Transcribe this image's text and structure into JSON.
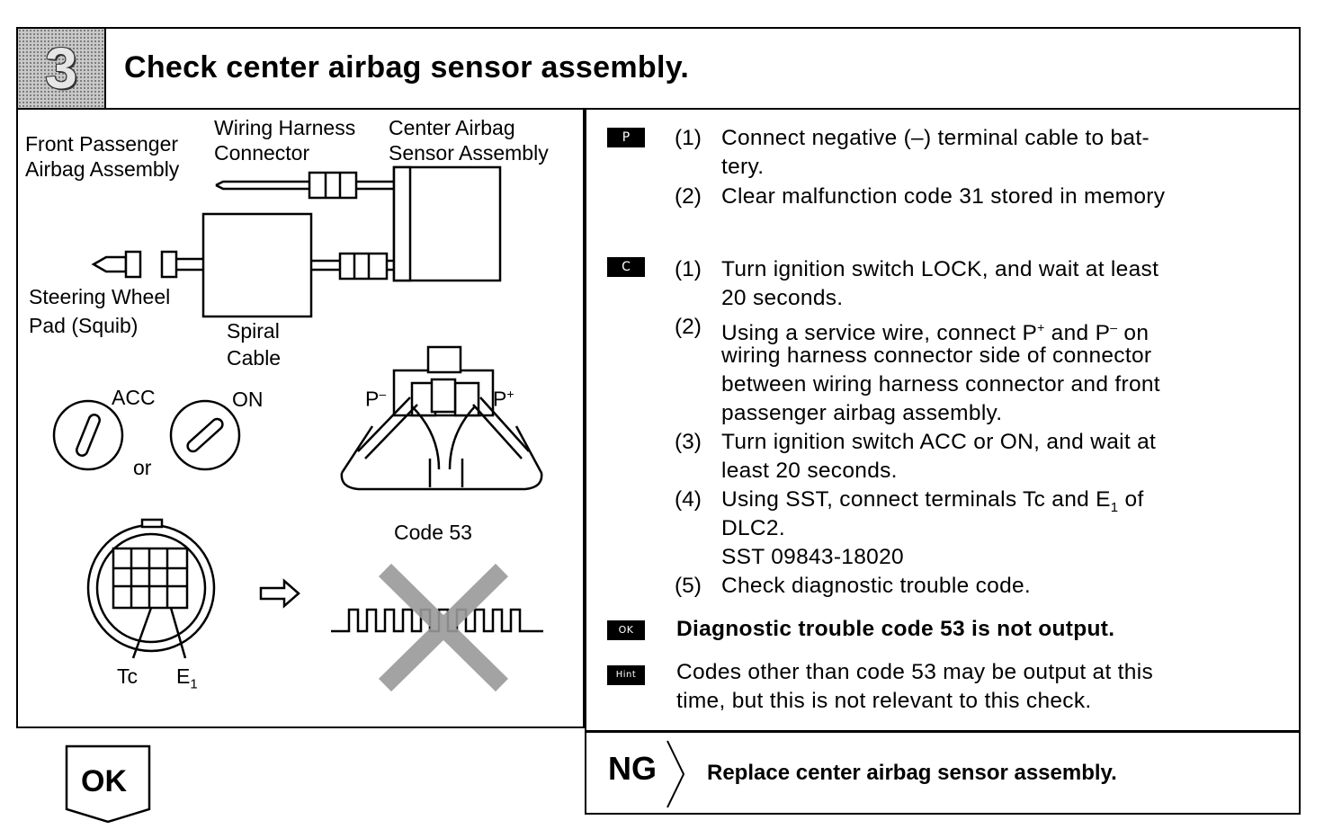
{
  "step": {
    "number": "3",
    "title": "Check center airbag sensor assembly."
  },
  "diagram": {
    "label_wiring_harness_connector_1": "Wiring Harness",
    "label_wiring_harness_connector_2": "Connector",
    "label_center_airbag_1": "Center Airbag",
    "label_center_airbag_2": "Sensor Assembly",
    "label_front_passenger_1": "Front Passenger",
    "label_front_passenger_2": "Airbag Assembly",
    "label_steering_wheel_1": "Steering Wheel",
    "label_steering_wheel_2": "Pad (Squib)",
    "label_spiral_1": "Spiral",
    "label_spiral_2": "Cable",
    "label_acc": "ACC",
    "label_on": "ON",
    "label_or": "or",
    "label_p_minus": "P",
    "label_p_plus": "P",
    "sup_minus": "–",
    "sup_plus": "+",
    "label_code": "Code 53",
    "label_tc": "Tc",
    "label_e": "E",
    "sub_1": "1"
  },
  "tags": {
    "p": "P",
    "c": "C",
    "ok": "OK",
    "hint": "Hint"
  },
  "p_steps": {
    "n1": "(1)",
    "s1_line1": "Connect negative (–) terminal cable to bat-",
    "s1_line2": "tery.",
    "n2": "(2)",
    "s2_line1": "Clear malfunction code 31 stored in memory"
  },
  "c_steps": {
    "n1": "(1)",
    "s1_line1": "Turn ignition switch LOCK, and wait at least",
    "s1_line2": "20 seconds.",
    "n2": "(2)",
    "s2_line1a": "Using a service wire, connect P",
    "s2_line1b": " and P",
    "s2_line1c": " on",
    "s2_line2": "wiring harness connector side of connector",
    "s2_line3": "between wiring harness connector and front",
    "s2_line4": "passenger airbag assembly.",
    "n3": "(3)",
    "s3_line1": "Turn ignition switch ACC or ON, and wait at",
    "s3_line2": "least 20 seconds.",
    "n4": "(4)",
    "s4_line1a": "Using SST, connect terminals Tc and E",
    "s4_line1b": " of",
    "s4_line2": "DLC2.",
    "s4_line3": "SST  09843-18020",
    "n5": "(5)",
    "s5_line1": "Check diagnostic trouble code."
  },
  "ok_result": "Diagnostic trouble code 53 is not output.",
  "hint_text": {
    "line1": "Codes other than code 53 may be output at this",
    "line2": "time, but this is not relevant to this check."
  },
  "ng": {
    "label": "NG",
    "text": "Replace center airbag sensor assembly."
  },
  "ok_box": {
    "label": "OK"
  }
}
